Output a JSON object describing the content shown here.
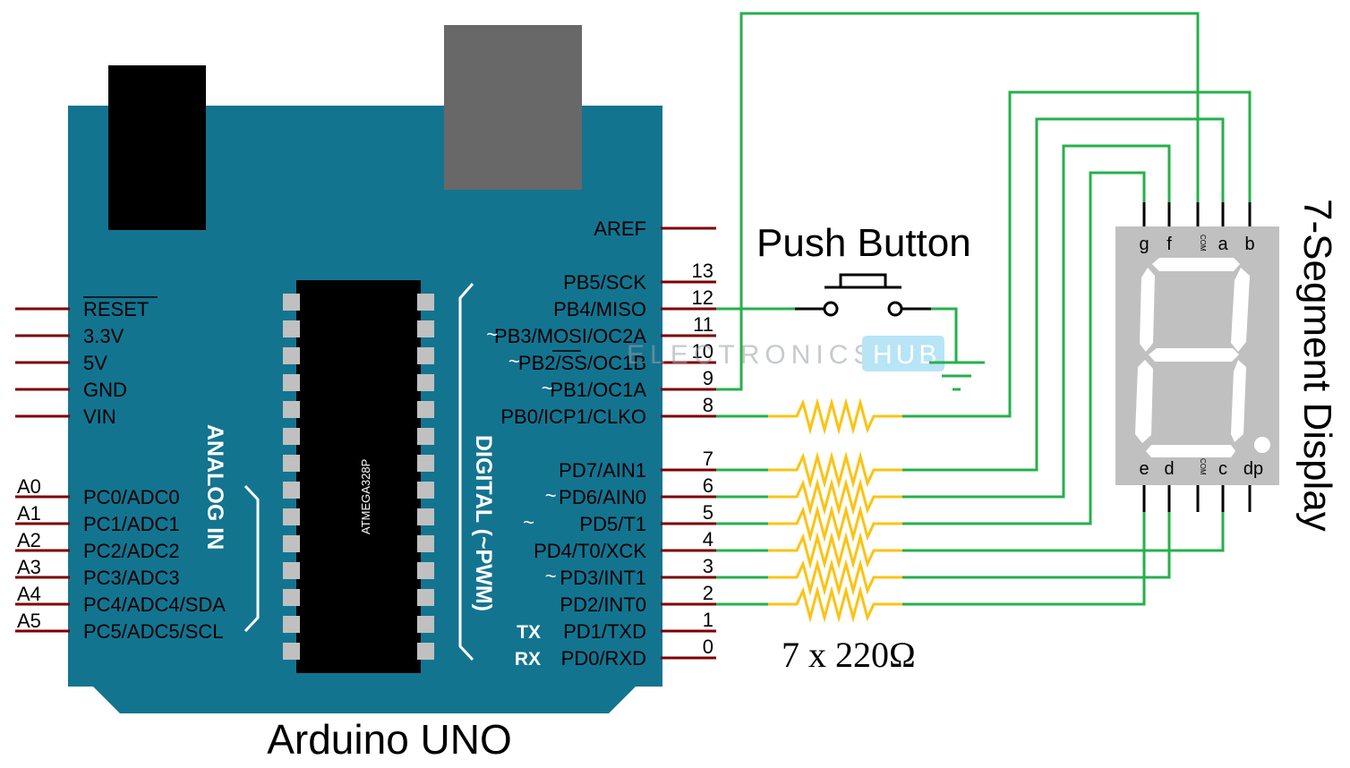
{
  "title": "Arduino UNO",
  "colors": {
    "board": "#137490",
    "pin_line": "#7d0000",
    "wire": "#25b04b",
    "resistor": "#fcc314",
    "chip": "#000000",
    "chip_pad": "#c0c0c0",
    "usb": "#686868",
    "display_body": "#c0c0c0",
    "segment": "#ffffff",
    "watermark": "#7ecff0"
  },
  "board": {
    "label": "Arduino UNO",
    "chip_label": "ATMEGA328P",
    "analog_group_label": "ANALOG IN",
    "digital_group_label": "DIGITAL (~PWM)"
  },
  "power_pins": [
    {
      "label": "RESET",
      "overline": true
    },
    {
      "label": "3.3V"
    },
    {
      "label": "5V"
    },
    {
      "label": "GND"
    },
    {
      "label": "VIN"
    }
  ],
  "analog_pins": [
    {
      "header": "A0",
      "label": "PC0/ADC0"
    },
    {
      "header": "A1",
      "label": "PC1/ADC1"
    },
    {
      "header": "A2",
      "label": "PC2/ADC2"
    },
    {
      "header": "A3",
      "label": "PC3/ADC3"
    },
    {
      "header": "A4",
      "label": "PC4/ADC4/SDA"
    },
    {
      "header": "A5",
      "label": "PC5/ADC5/SCL"
    }
  ],
  "aref": {
    "label": "AREF"
  },
  "digital_pins_high": [
    {
      "number": "13",
      "label": "PB5/SCK",
      "pwm": ""
    },
    {
      "number": "12",
      "label": "PB4/MISO",
      "pwm": ""
    },
    {
      "number": "11",
      "label": "PB3/MOSI/OC2A",
      "pwm": "~"
    },
    {
      "number": "10",
      "label": "PB2/SS/OC1B",
      "pwm": "~"
    },
    {
      "number": "9",
      "label": "PB1/OC1A",
      "pwm": "~"
    },
    {
      "number": "8",
      "label": "PB0/ICP1/CLKO",
      "pwm": ""
    }
  ],
  "digital_pins_low": [
    {
      "number": "7",
      "label": "PD7/AIN1",
      "prefix": ""
    },
    {
      "number": "6",
      "label": "PD6/AIN0",
      "prefix": "~"
    },
    {
      "number": "5",
      "label": "PD5/T1",
      "prefix": "~"
    },
    {
      "number": "4",
      "label": "PD4/T0/XCK",
      "prefix": ""
    },
    {
      "number": "3",
      "label": "PD3/INT1",
      "prefix": "~"
    },
    {
      "number": "2",
      "label": "PD2/INT0",
      "prefix": ""
    },
    {
      "number": "1",
      "label": "PD1/TXD",
      "prefix": "TX"
    },
    {
      "number": "0",
      "label": "PD0/RXD",
      "prefix": "RX"
    }
  ],
  "push_button": {
    "label": "Push Button"
  },
  "resistors": {
    "label": "7 x 220Ω",
    "count": 7
  },
  "display": {
    "label": "7-Segment Display",
    "top_pins": [
      "g",
      "f",
      "COM",
      "a",
      "b"
    ],
    "bottom_pins": [
      "e",
      "d",
      "COM",
      "c",
      "dp"
    ]
  },
  "watermark": {
    "left": "ELECTRONICS",
    "right": "HUB"
  }
}
